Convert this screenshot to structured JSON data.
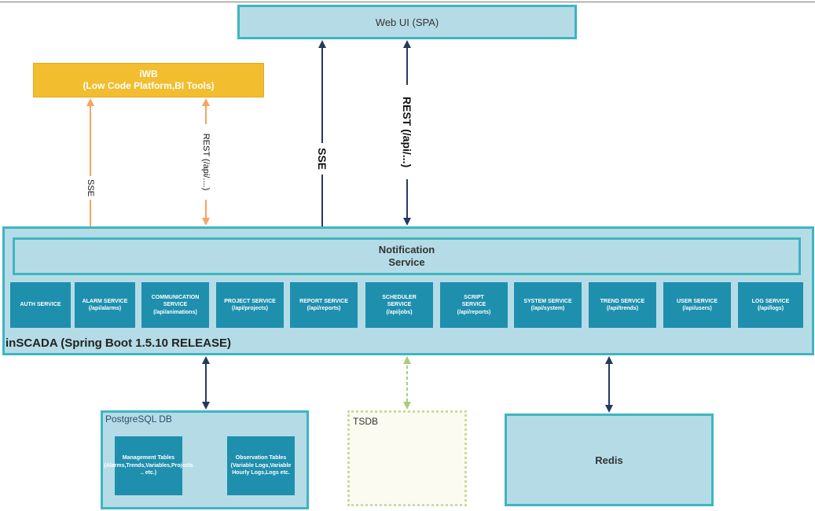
{
  "web_ui": {
    "label": "Web UI (SPA)"
  },
  "iwb": {
    "title": "iWB",
    "subtitle": "(Low Code Platform,BI Tools)"
  },
  "connections": {
    "iwb_sse": "SSE",
    "iwb_rest": "REST (/api/....)",
    "web_sse": "SSE",
    "web_rest": "REST (/api/...)"
  },
  "notification": {
    "line1": "Notification",
    "line2": "Service"
  },
  "services": [
    {
      "name": "AUTH SERVICE",
      "path": ""
    },
    {
      "name": "ALARM SERVICE",
      "path": "(/api/alarms)"
    },
    {
      "name": "COMMUNICATION SERVICE",
      "path": "(/api/animations)"
    },
    {
      "name": "PROJECT SERVICE",
      "path": "(/api/projects)"
    },
    {
      "name": "REPORT SERVICE",
      "path": "(/api/reports)"
    },
    {
      "name": "SCHEDULER SERVICE",
      "path": "(/api/jobs)"
    },
    {
      "name": "SCRIPT SERVICE",
      "path": "(/api/reports)"
    },
    {
      "name": "SYSTEM SERVICE",
      "path": "(/api/system)"
    },
    {
      "name": "TREND SERVICE",
      "path": "(/api/trends)"
    },
    {
      "name": "USER SERVICE",
      "path": "(/api/users)"
    },
    {
      "name": "LOG SERVICE",
      "path": "(/api/logs)"
    }
  ],
  "main": {
    "title": "inSCADA (Spring Boot 1.5.10 RELEASE)"
  },
  "postgres": {
    "title": "PostgreSQL DB",
    "management": "Management Tables (Alarms,Trends,Variables,Projects .. etc.)",
    "observation": "Observation Tables (Variable Logs,Variable Hourly Logs,Logs etc."
  },
  "tsdb": {
    "title": "TSDB"
  },
  "redis": {
    "label": "Redis"
  },
  "colors": {
    "teal_border": "#3eb5c2",
    "teal_fill": "#b5dce6",
    "service_fill": "#1f8fae",
    "iwb_fill": "#f2bd2e",
    "arrow_orange": "#f4a460",
    "arrow_navy": "#243a5e",
    "arrow_green": "#a9cc7a"
  }
}
